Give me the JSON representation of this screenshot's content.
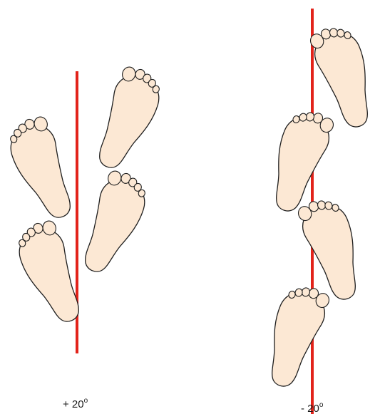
{
  "panels": [
    {
      "id": "left",
      "angle_label": "+ 20",
      "degree_mark": "o",
      "line_color": "#e2231a",
      "foot_color": "#fce8d4"
    },
    {
      "id": "right",
      "angle_label": "- 20",
      "degree_mark": "o",
      "line_color": "#e2231a",
      "foot_color": "#fce8d4"
    }
  ]
}
